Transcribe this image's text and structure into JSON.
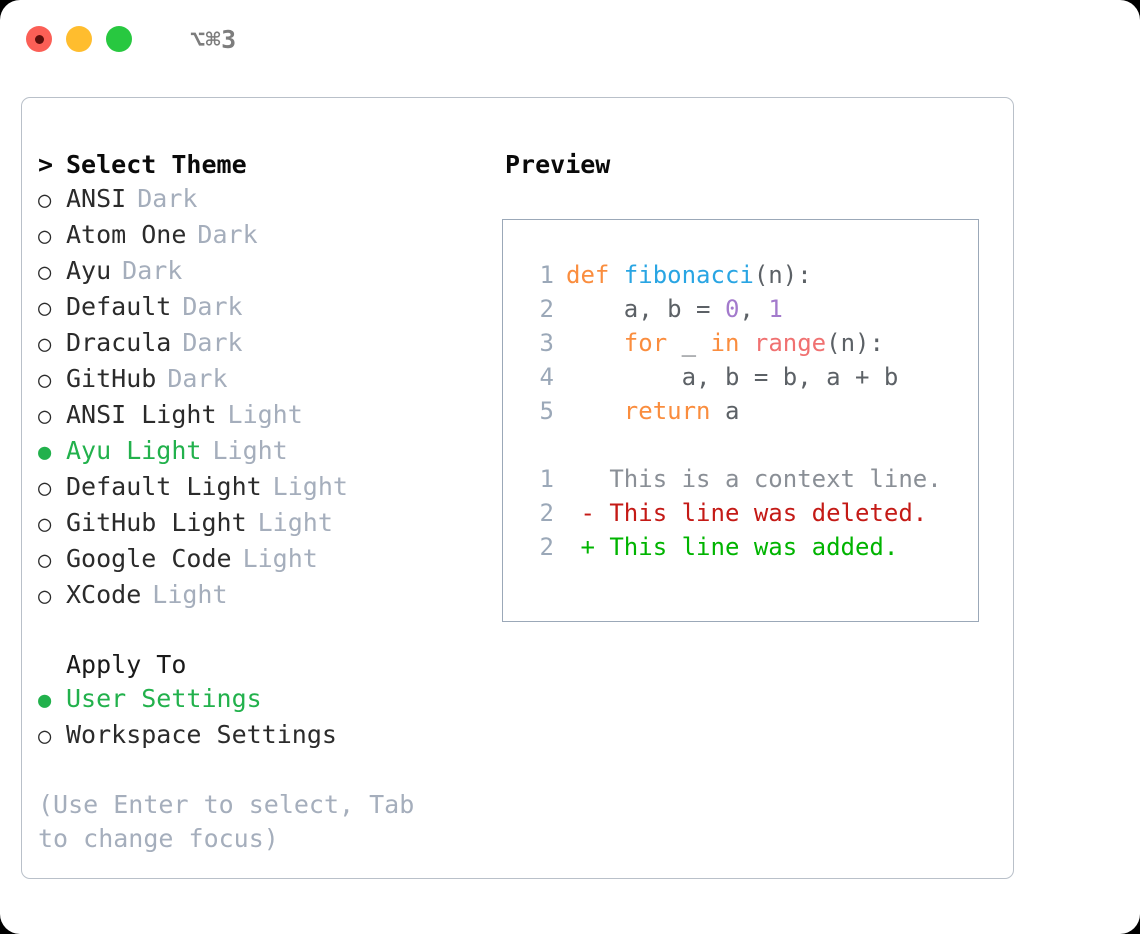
{
  "titlebar": {
    "shortcut": "⌥⌘3",
    "dots": [
      {
        "name": "close",
        "color": "#fb5f56"
      },
      {
        "name": "minimize",
        "color": "#ffbd2e"
      },
      {
        "name": "zoom",
        "color": "#28c840"
      }
    ]
  },
  "theme_panel": {
    "header": "Select Theme",
    "header_marker": ">",
    "marker_selected": "●",
    "marker_unselected": "○",
    "items": [
      {
        "label": "ANSI",
        "tag": "Dark",
        "selected": false
      },
      {
        "label": "Atom One",
        "tag": "Dark",
        "selected": false
      },
      {
        "label": "Ayu",
        "tag": "Dark",
        "selected": false
      },
      {
        "label": "Default",
        "tag": "Dark",
        "selected": false
      },
      {
        "label": "Dracula",
        "tag": "Dark",
        "selected": false
      },
      {
        "label": "GitHub",
        "tag": "Dark",
        "selected": false
      },
      {
        "label": "ANSI Light",
        "tag": "Light",
        "selected": false
      },
      {
        "label": "Ayu Light",
        "tag": "Light",
        "selected": true
      },
      {
        "label": "Default Light",
        "tag": "Light",
        "selected": false
      },
      {
        "label": "GitHub Light",
        "tag": "Light",
        "selected": false
      },
      {
        "label": "Google Code",
        "tag": "Light",
        "selected": false
      },
      {
        "label": "XCode",
        "tag": "Light",
        "selected": false
      }
    ]
  },
  "apply_to": {
    "header": "Apply To",
    "items": [
      {
        "label": "User Settings",
        "selected": true
      },
      {
        "label": "Workspace Settings",
        "selected": false
      }
    ]
  },
  "hint": "(Use Enter to select, Tab to change focus)",
  "preview": {
    "title": "Preview",
    "code_lines": [
      {
        "lineno": "1",
        "tokens": [
          {
            "text": "def ",
            "type": "kw"
          },
          {
            "text": "fibonacci",
            "type": "fn"
          },
          {
            "text": "(n):",
            "type": "id"
          }
        ]
      },
      {
        "lineno": "2",
        "tokens": [
          {
            "text": "    a, b = ",
            "type": "id"
          },
          {
            "text": "0",
            "type": "num"
          },
          {
            "text": ", ",
            "type": "id"
          },
          {
            "text": "1",
            "type": "num"
          }
        ]
      },
      {
        "lineno": "3",
        "tokens": [
          {
            "text": "    ",
            "type": "id"
          },
          {
            "text": "for",
            "type": "kw"
          },
          {
            "text": " _ ",
            "type": "id"
          },
          {
            "text": "in",
            "type": "kw"
          },
          {
            "text": " ",
            "type": "id"
          },
          {
            "text": "range",
            "type": "call"
          },
          {
            "text": "(n):",
            "type": "id"
          }
        ]
      },
      {
        "lineno": "4",
        "tokens": [
          {
            "text": "        a, b = b, a + b",
            "type": "id"
          }
        ]
      },
      {
        "lineno": "5",
        "tokens": [
          {
            "text": "    ",
            "type": "id"
          },
          {
            "text": "return",
            "type": "kw"
          },
          {
            "text": " a",
            "type": "id"
          }
        ]
      }
    ],
    "diff_lines": [
      {
        "lineno": "1",
        "sign": " ",
        "text": "This is a context line.",
        "kind": "ctx"
      },
      {
        "lineno": "2",
        "sign": "-",
        "text": "This line was deleted.",
        "kind": "del"
      },
      {
        "lineno": "2",
        "sign": "+",
        "text": "This line was added.",
        "kind": "add"
      }
    ]
  },
  "colors": {
    "accent_green": "#22b14c",
    "muted": "#a5aebc",
    "keyword": "#fa8d3e",
    "function": "#29a5e3",
    "number": "#a37acc",
    "call": "#f07171",
    "diff_del": "#c41a16",
    "diff_add": "#00b400"
  }
}
